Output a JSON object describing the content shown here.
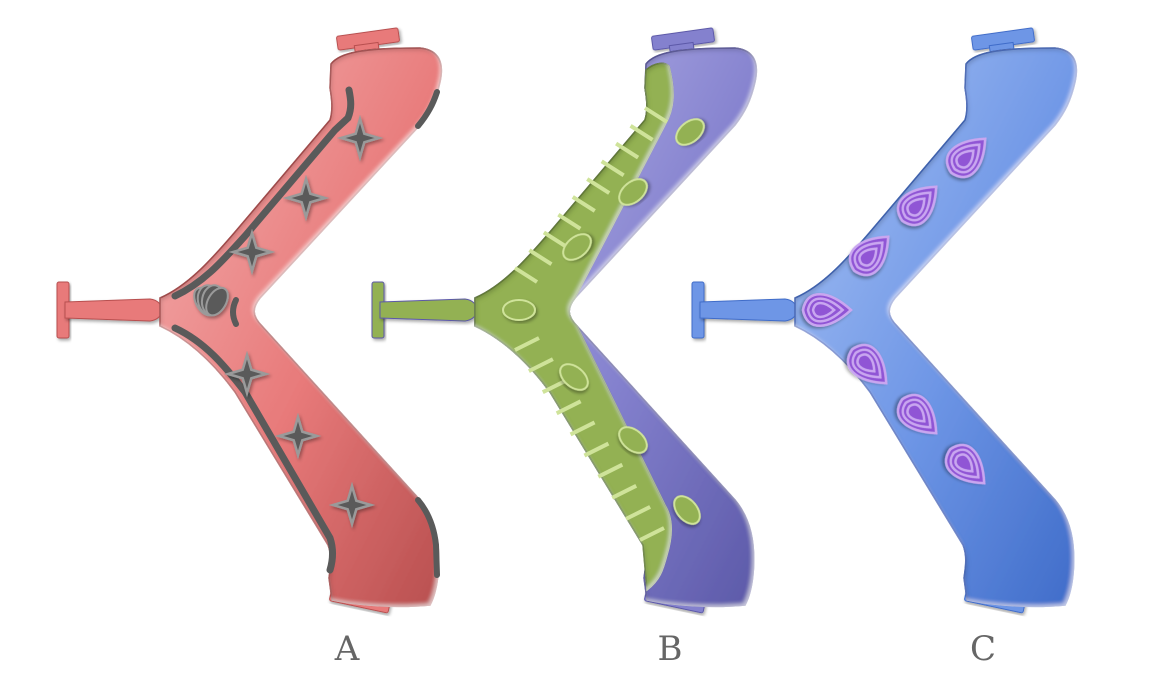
{
  "panels": [
    {
      "id": "A",
      "label": "A",
      "colors": {
        "body": "#E87A7A",
        "light": "#F3AFAF",
        "dark": "#B84F4F",
        "accent": "#5A5A5A",
        "accentLight": "#9A9A9A"
      },
      "features": {
        "channel": "grey-groove",
        "markers": "four-pointed-stars",
        "center_marker": "fan-ridges"
      }
    },
    {
      "id": "B",
      "label": "B",
      "colors": {
        "body": "#8481CE",
        "light": "#B8B6EA",
        "dark": "#5C59A8",
        "accent": "#93B153",
        "accentLight": "#CFE39A"
      },
      "features": {
        "channel": "green-ribbed-band",
        "markers": "ellipses"
      }
    },
    {
      "id": "C",
      "label": "C",
      "colors": {
        "body": "#6E96E6",
        "light": "#A9C3F4",
        "dark": "#3F6CC9",
        "accent": "#9055D5",
        "accentLight": "#C9A6F0"
      },
      "features": {
        "channel": "none",
        "markers": "teardrop-coils"
      }
    }
  ]
}
